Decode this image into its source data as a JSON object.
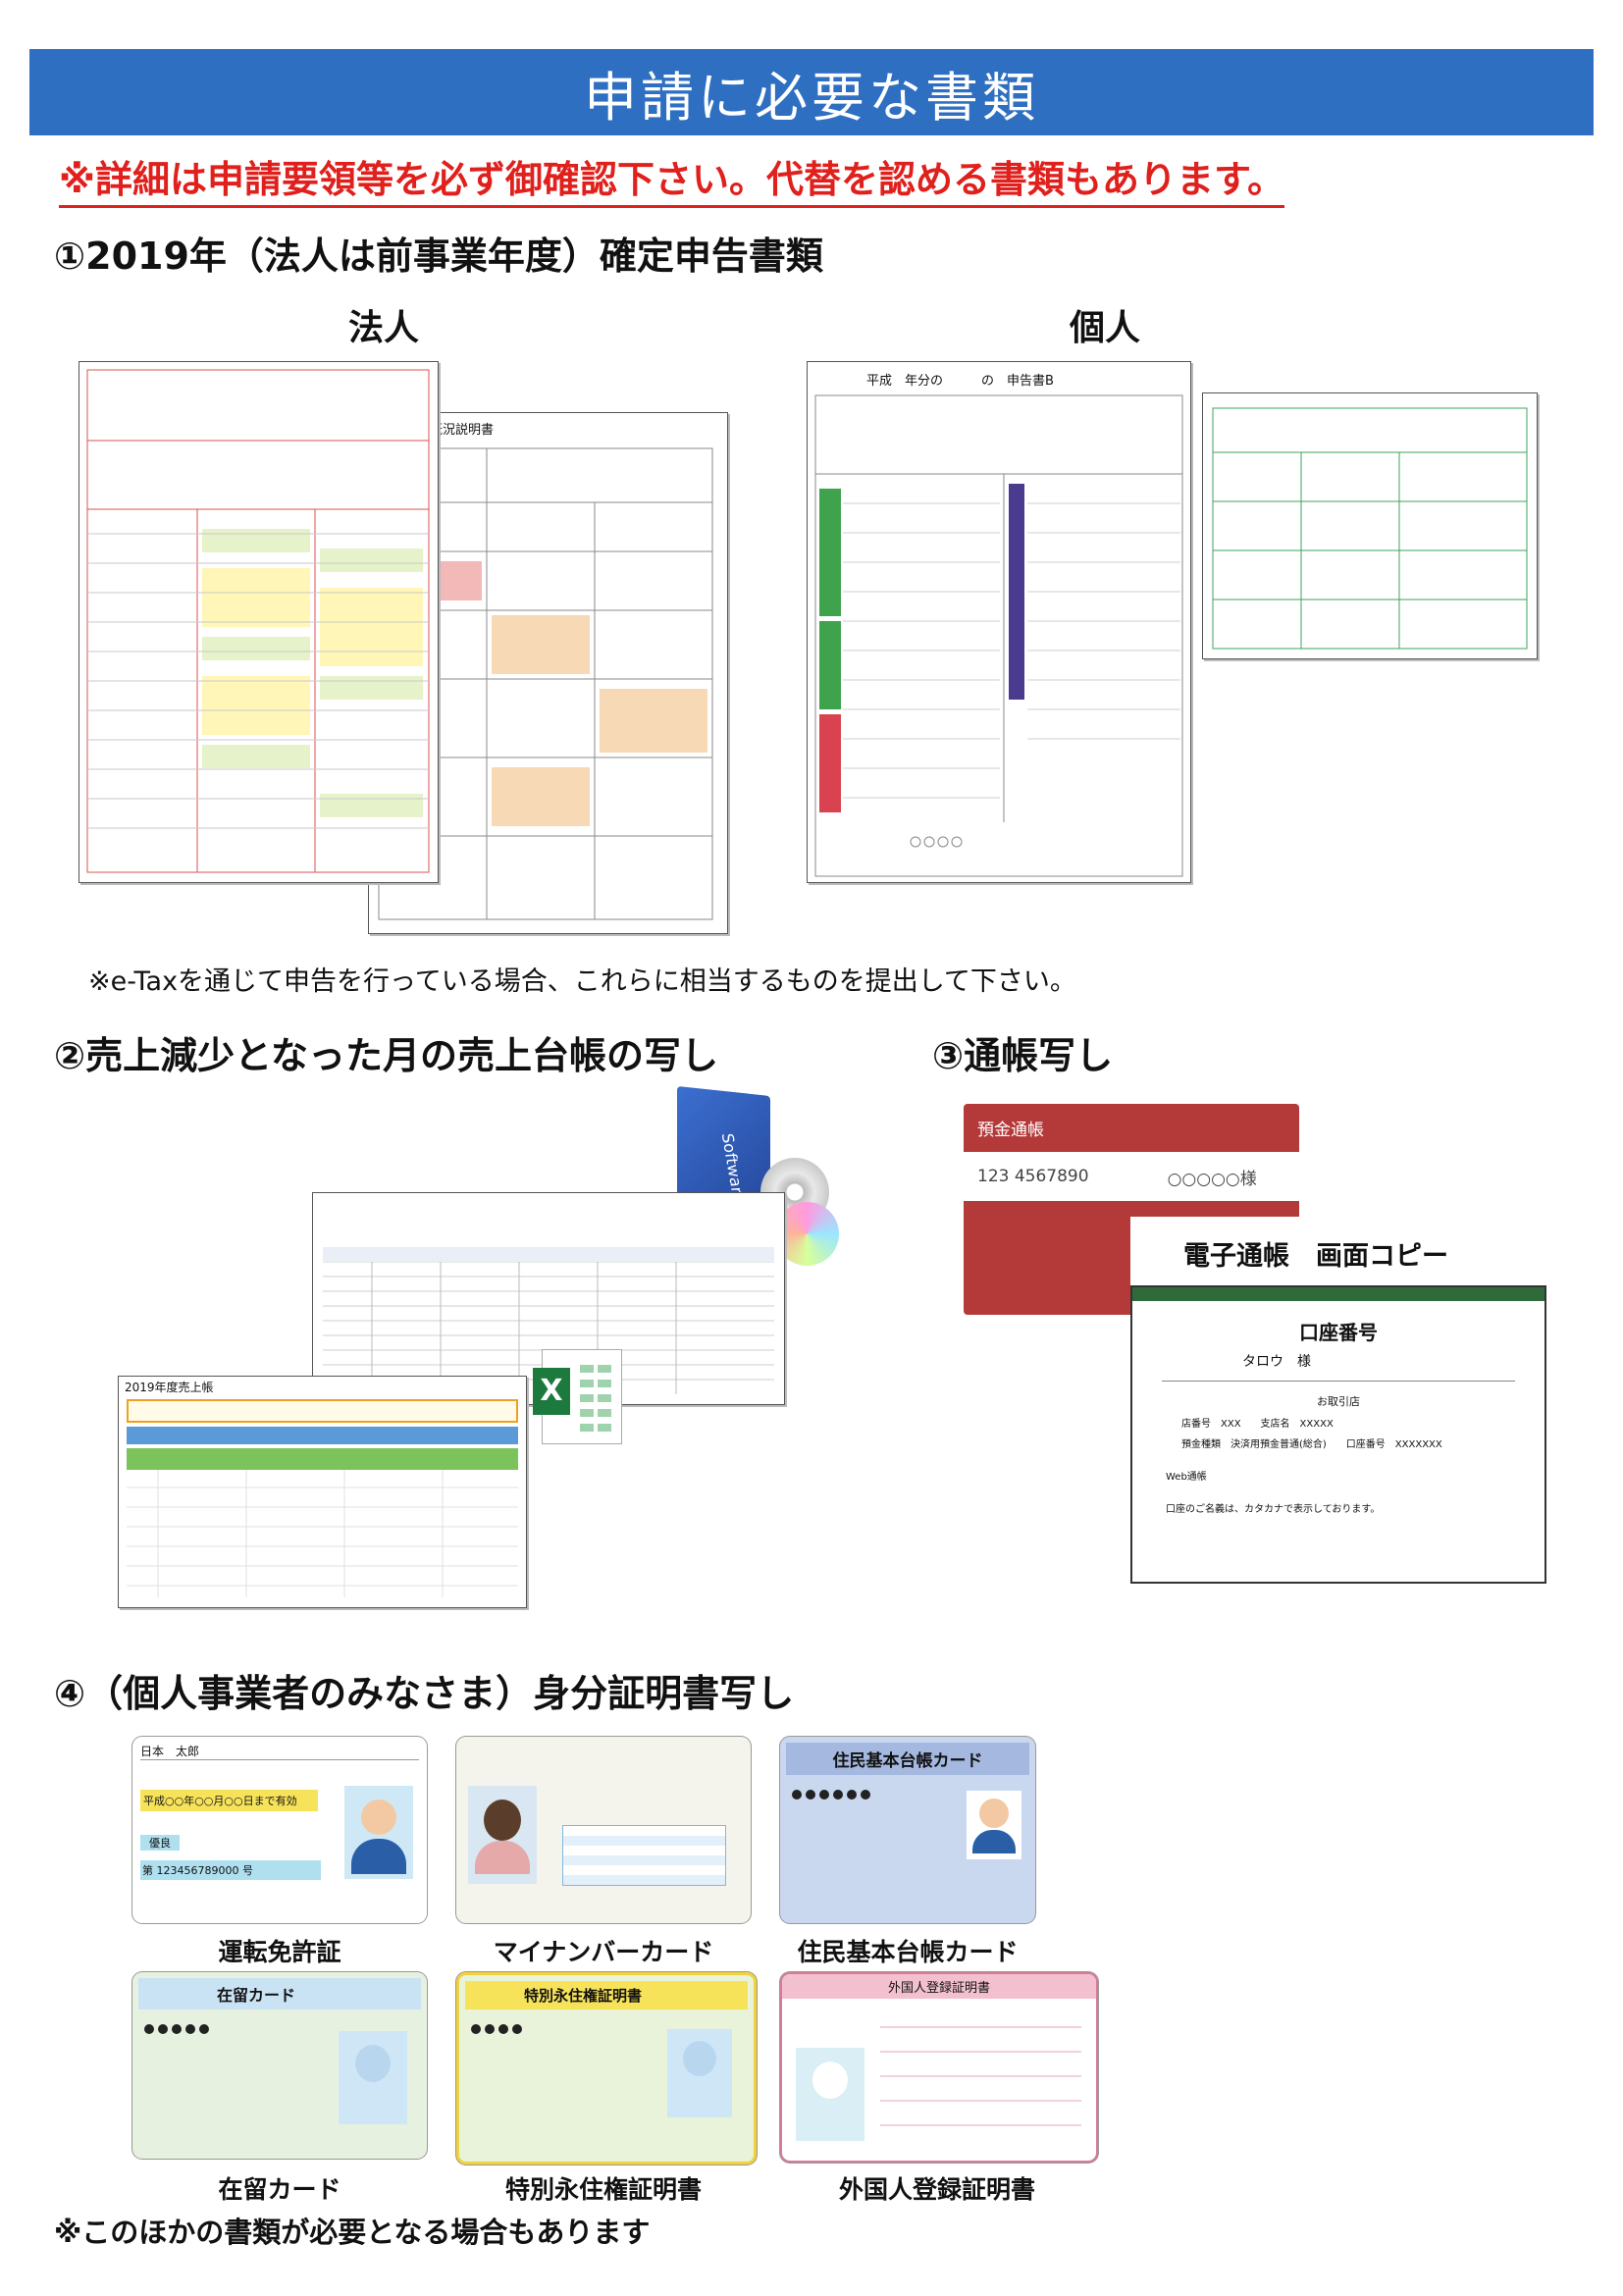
{
  "header": {
    "title": "申請に必要な書類",
    "notice": "※詳細は申請要領等を必ず御確認下さい。代替を認める書類もあります。"
  },
  "section1": {
    "heading": "①2019年（法人は前事業年度）確定申告書類",
    "corporate_label": "法人",
    "individual_label": "個人",
    "corp_form_title": "法人事業概況説明書",
    "indiv_form_title": "平成　年分の　　　の　申告書B",
    "note": "※e-Taxを通じて申告を行っている場合、これらに相当するものを提出して下さい。"
  },
  "section2": {
    "heading": "②売上減少となった月の売上台帳の写し",
    "sheet_title": "2019年度売上帳",
    "software_label": "Software",
    "excel_label": "X"
  },
  "section3": {
    "heading": "③通帳写し",
    "passbook_title": "預金通帳",
    "passbook_number": "123 4567890",
    "passbook_name": "○○○○○様",
    "ebook_label": "電子通帳　画面コピー",
    "ebook_header": "口座番号",
    "ebook_name": "タロウ　様",
    "ebook_branch": "お取引店",
    "ebook_row1": "店番号　XXX　　支店名　XXXXX",
    "ebook_row2": "預金種類　決済用預金普通(総合)　　口座番号　XXXXXXX",
    "ebook_web": "Web通帳",
    "ebook_foot": "口座のご名義は、カタカナで表示しております。"
  },
  "section4": {
    "heading": "④（個人事業者のみなさま）身分証明書写し",
    "cards": [
      {
        "caption": "運転免許証"
      },
      {
        "caption": "マイナンバーカード"
      },
      {
        "caption": "住民基本台帳カード"
      },
      {
        "caption": "在留カード"
      },
      {
        "caption": "特別永住権証明書"
      },
      {
        "caption": "外国人登録証明書"
      }
    ],
    "license_name": "日本　太郎",
    "license_valid": "平成○○年○○月○○日まで有効",
    "license_class": "優良",
    "license_number": "第 123456789000 号",
    "juki_title": "住民基本台帳カード",
    "zairyu_title": "在留カード",
    "tokubetsu_title": "特別永住権証明書",
    "gaikokujin_title": "外国人登録証明書",
    "note": "※このほかの書類が必要となる場合もあります"
  },
  "colors": {
    "banner": "#2e6fc2",
    "notice_red": "#e0201c"
  }
}
